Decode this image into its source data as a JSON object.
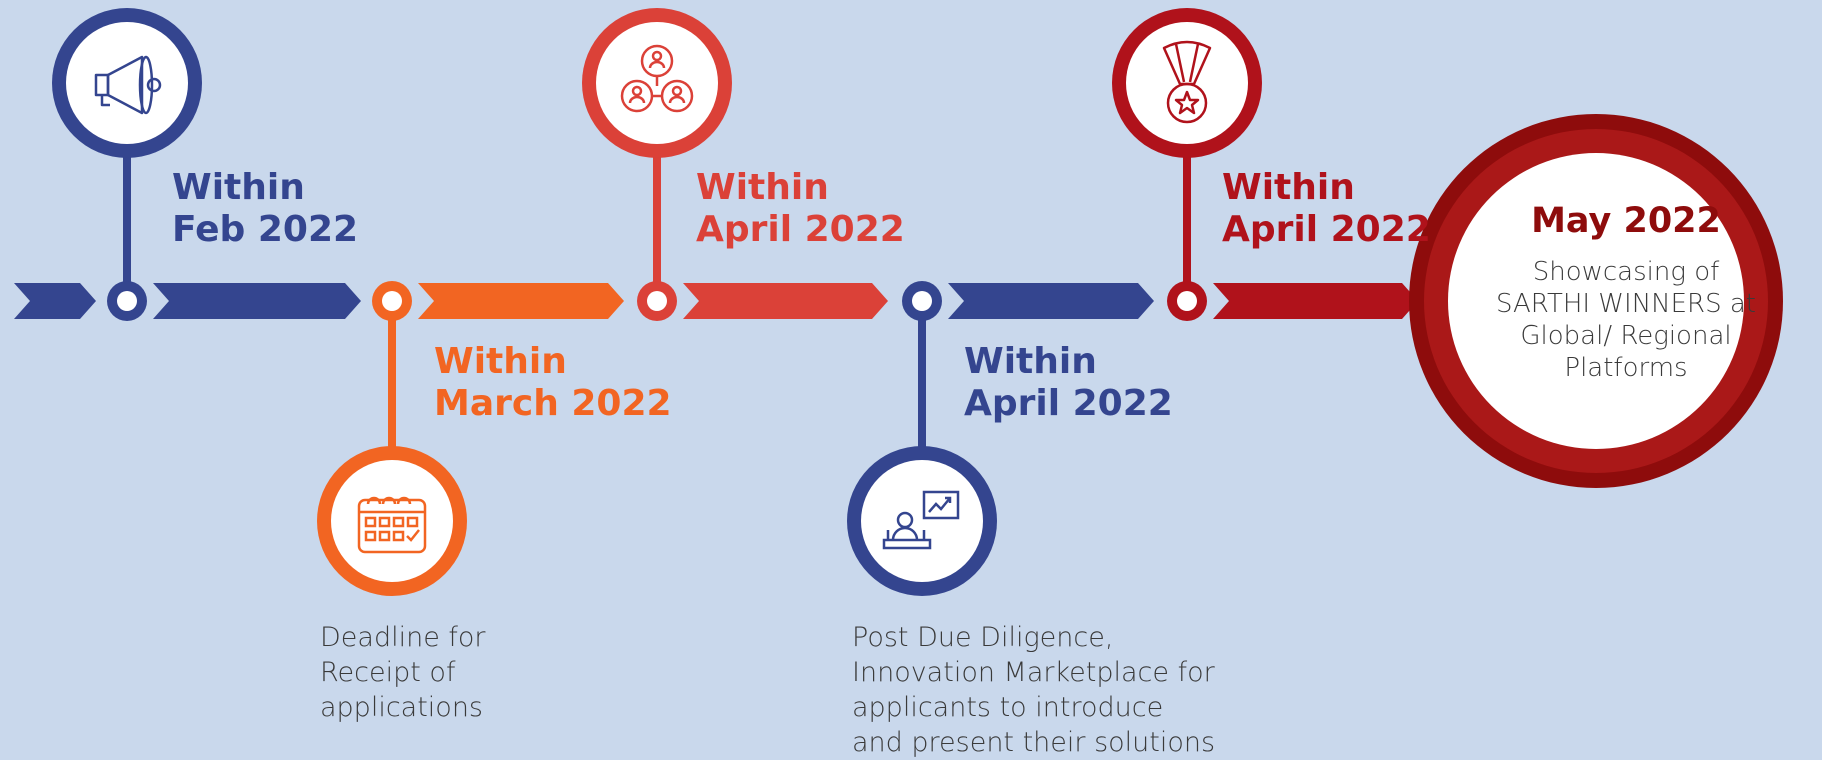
{
  "colors": {
    "background": "#c9d8ec",
    "navy": "#34458f",
    "orange": "#f26522",
    "red": "#db4138",
    "dark_red": "#b0121b",
    "final_ring": "#8e0c0c"
  },
  "milestones": [
    {
      "line1": "Within",
      "line2": "Feb 2022",
      "icon": "megaphone-icon",
      "color": "#34458f"
    },
    {
      "line1": "Within",
      "line2": "March 2022",
      "icon": "calendar-icon",
      "color": "#f26522",
      "description": [
        "Deadline for",
        "Receipt of",
        "applications"
      ]
    },
    {
      "line1": "Within",
      "line2": "April 2022",
      "icon": "team-network-icon",
      "color": "#db4138"
    },
    {
      "line1": "Within",
      "line2": "April 2022",
      "icon": "presentation-icon",
      "color": "#34458f",
      "description": [
        "Post Due Diligence,",
        "Innovation Marketplace for",
        "applicants to introduce",
        "and present their solutions"
      ]
    },
    {
      "line1": "Within",
      "line2": "April 2022",
      "icon": "medal-icon",
      "color": "#b0121b"
    }
  ],
  "final": {
    "title": "May 2022",
    "lines": [
      "Showcasing of",
      "SARTHI WINNERS at",
      "Global/ Regional",
      "Platforms"
    ]
  }
}
